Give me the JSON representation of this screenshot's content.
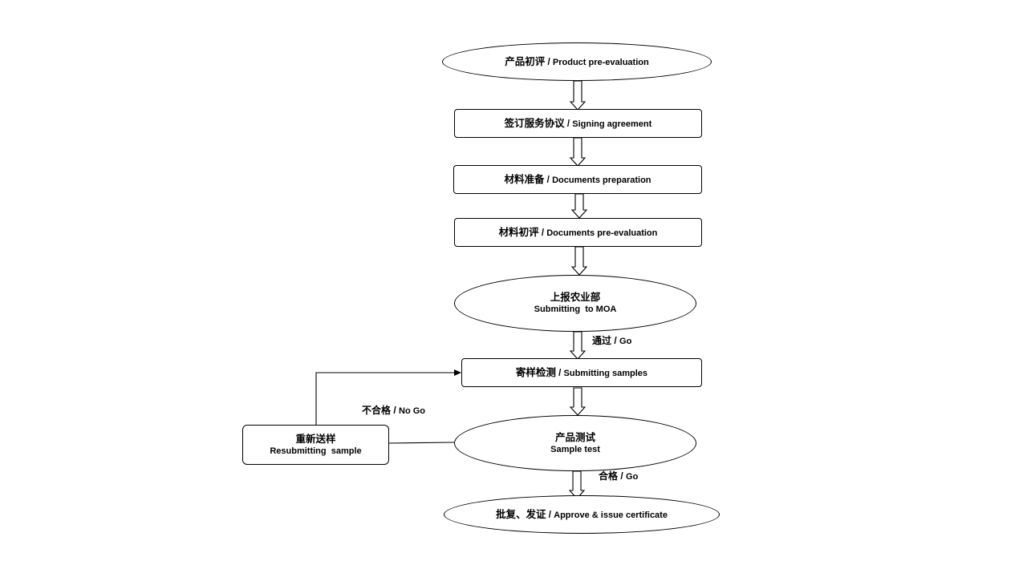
{
  "nodes": {
    "product_pre_evaluation": {
      "zh": "产品初评",
      "en": "Product pre-evaluation"
    },
    "signing_agreement": {
      "zh": "签订服务协议",
      "en": "Signing agreement"
    },
    "documents_preparation": {
      "zh": "材料准备",
      "en": "Documents preparation"
    },
    "documents_pre_evaluation": {
      "zh": "材料初评",
      "en": "Documents pre-evaluation"
    },
    "submitting_to_moa": {
      "zh": "上报农业部",
      "en": "Submitting  to MOA"
    },
    "submitting_samples": {
      "zh": "寄样检测",
      "en": "Submitting samples"
    },
    "sample_test": {
      "zh": "产品测试",
      "en": "Sample test"
    },
    "resubmitting_sample": {
      "zh": "重新送样",
      "en": "Resubmitting  sample"
    },
    "approve_issue": {
      "zh": "批复、发证",
      "en": "Approve & issue certificate"
    }
  },
  "edge_labels": {
    "moa_go": {
      "zh": "通过",
      "en": "Go"
    },
    "test_no_go": {
      "zh": "不合格",
      "en": "No Go"
    },
    "test_go": {
      "zh": "合格",
      "en": "Go"
    }
  },
  "separator": " / ",
  "colors": {
    "stroke": "#000000",
    "fill": "#ffffff",
    "text": "#000000"
  }
}
